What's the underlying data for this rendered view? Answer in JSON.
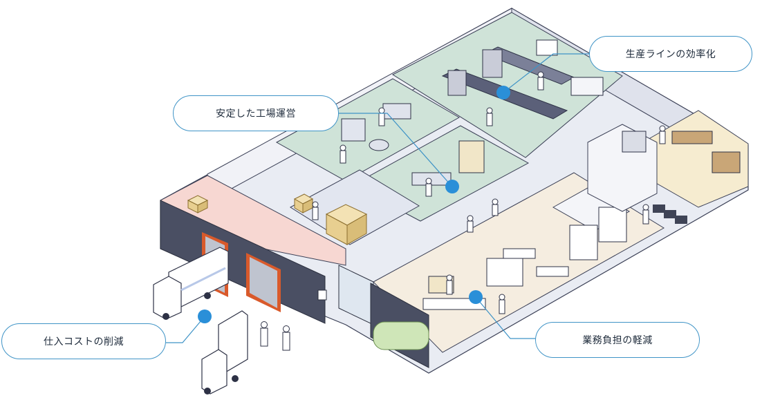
{
  "callouts": {
    "production_line": "生産ラインの効率化",
    "stable_operation": "安定した工場運営",
    "purchase_cost": "仕入コストの削減",
    "workload": "業務負担の軽減"
  },
  "colors": {
    "accent": "#3e93c6",
    "marker": "#2a8fd8",
    "production_floor": "#cfe3d8",
    "office_floor": "#f5ede0",
    "loading_dock_wall": "#f7d7d2",
    "warehouse_floor": "#e2e6f0",
    "exterior_wall": "#4a4f63",
    "dock_door_frame": "#d95a2b"
  },
  "icons": [
    "box-icon",
    "truck-icon",
    "worker-icon",
    "conveyor-icon",
    "desk-icon",
    "locker-icon",
    "shelf-icon"
  ]
}
